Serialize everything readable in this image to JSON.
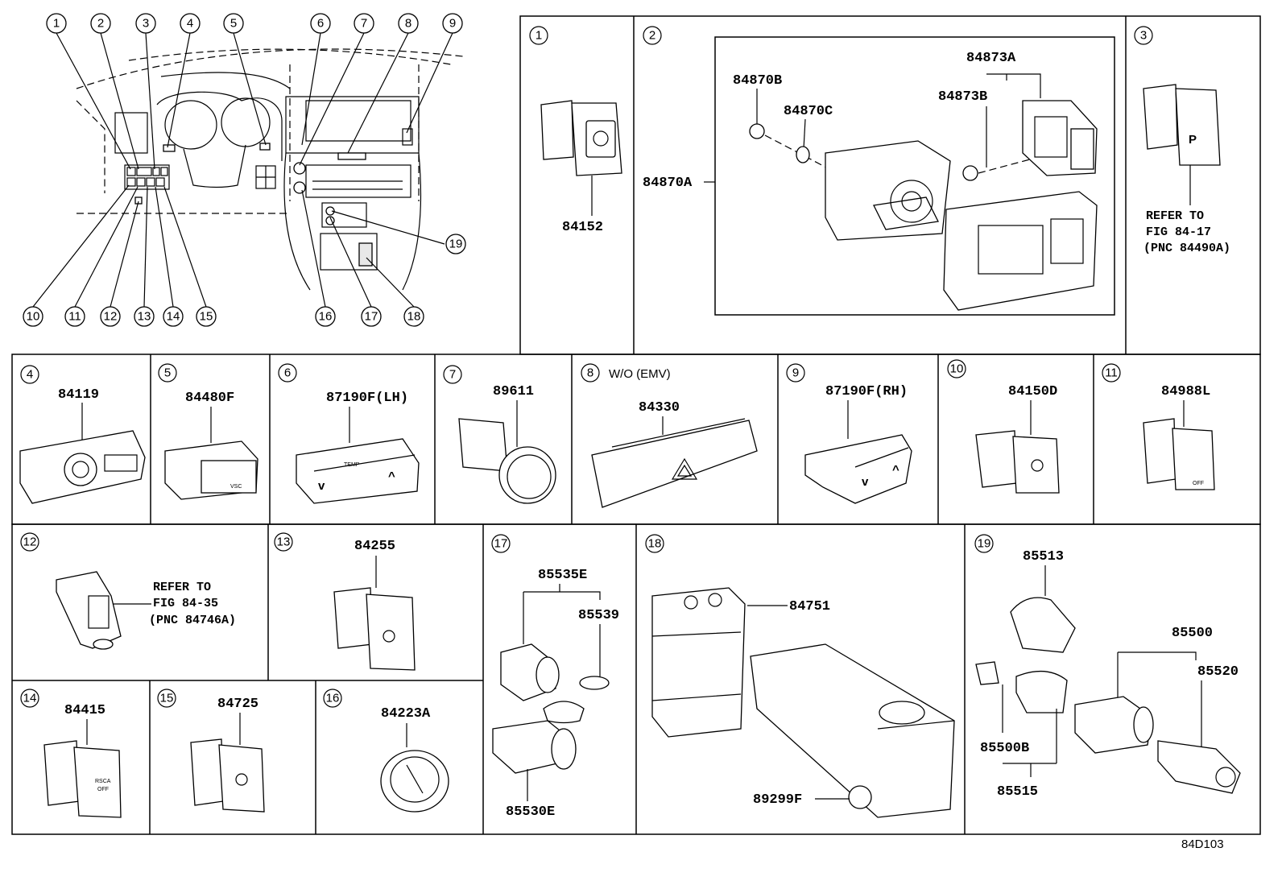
{
  "overview": {
    "callouts_top": [
      "1",
      "2",
      "3",
      "4",
      "5",
      "6",
      "7",
      "8",
      "9"
    ],
    "callouts_bottom": [
      "10",
      "11",
      "12",
      "13",
      "14",
      "15",
      "16",
      "17",
      "18"
    ],
    "callout_right": "19"
  },
  "panels": {
    "p1": {
      "num": "1",
      "part": "84152"
    },
    "p2": {
      "num": "2",
      "parts": {
        "a": "84870A",
        "b": "84870B",
        "c": "84870C",
        "d": "84873A",
        "e": "84873B"
      }
    },
    "p3": {
      "num": "3",
      "note": [
        "REFER TO",
        "FIG 84-17",
        "(PNC 84490A)"
      ]
    },
    "p4": {
      "num": "4",
      "part": "84119"
    },
    "p5": {
      "num": "5",
      "part": "84480F"
    },
    "p6": {
      "num": "6",
      "part": "87190F(LH)"
    },
    "p7": {
      "num": "7",
      "part": "89611"
    },
    "p8": {
      "num": "8",
      "part": "84330",
      "condition": "W/O (EMV)"
    },
    "p9": {
      "num": "9",
      "part": "87190F(RH)"
    },
    "p10": {
      "num": "10",
      "part": "84150D"
    },
    "p11": {
      "num": "11",
      "part": "84988L"
    },
    "p12": {
      "num": "12",
      "note": [
        "REFER TO",
        "FIG 84-35",
        "(PNC 84746A)"
      ]
    },
    "p13": {
      "num": "13",
      "part": "84255"
    },
    "p14": {
      "num": "14",
      "part": "84415"
    },
    "p15": {
      "num": "15",
      "part": "84725"
    },
    "p16": {
      "num": "16",
      "part": "84223A"
    },
    "p17": {
      "num": "17",
      "parts": {
        "a": "85535E",
        "b": "85539",
        "c": "85530E"
      }
    },
    "p18": {
      "num": "18",
      "parts": {
        "a": "84751",
        "b": "89299F"
      }
    },
    "p19": {
      "num": "19",
      "parts": {
        "a": "85513",
        "b": "85500",
        "c": "85520",
        "d": "85500B",
        "e": "85515"
      }
    }
  },
  "switch_text": {
    "temp": "TEMP",
    "rsca_off": [
      "RSCA",
      "OFF"
    ],
    "off": "OFF"
  },
  "figure_code": "84D103"
}
